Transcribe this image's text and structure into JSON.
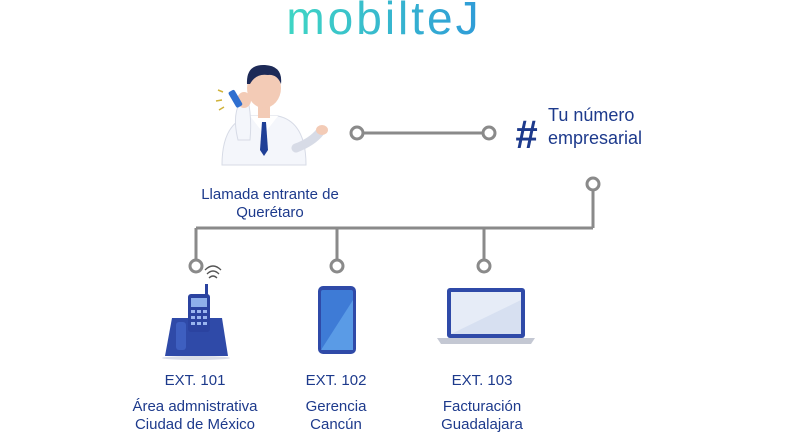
{
  "logo": {
    "text": "mobilteJ",
    "color": "#3fd6c4"
  },
  "business_number": {
    "symbol": "#",
    "line1": "Tu número",
    "line2": "empresarial"
  },
  "incoming_call": {
    "line1": "Llamada entrante de",
    "line2": "Querétaro"
  },
  "extensions": [
    {
      "ext": "EXT. 101",
      "line1": "Área admnistrativa",
      "line2": "Ciudad de México",
      "device": "desk-phone"
    },
    {
      "ext": "EXT. 102",
      "line1": "Gerencia",
      "line2": "Cancún",
      "device": "smartphone"
    },
    {
      "ext": "EXT. 103",
      "line1": "Facturación",
      "line2": "Guadalajara",
      "device": "laptop"
    }
  ],
  "colors": {
    "text": "#1d3a8c",
    "line": "#8a8a8a",
    "device": "#2f4aa8",
    "device_light": "#3e7bd6"
  }
}
